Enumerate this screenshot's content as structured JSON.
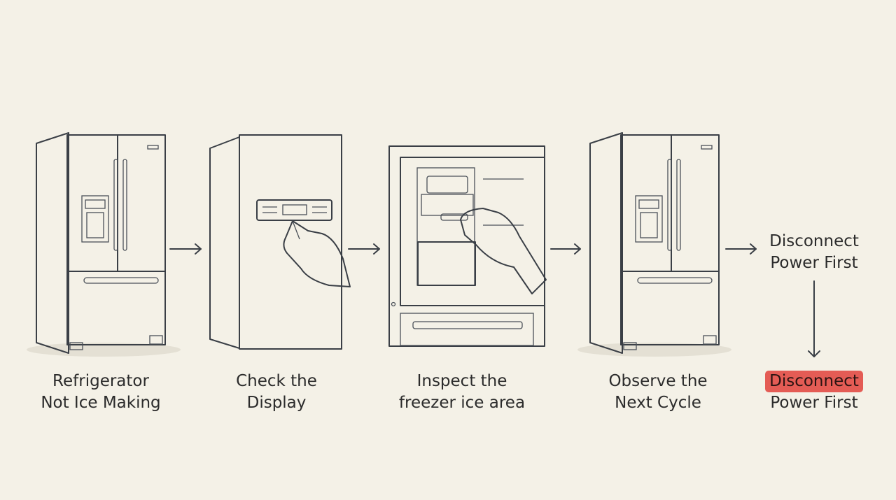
{
  "steps": [
    {
      "id": "step-1",
      "line1": "Refrigerator",
      "line2": "Not Ice Making"
    },
    {
      "id": "step-2",
      "line1": "Check the",
      "line2": "Display"
    },
    {
      "id": "step-3",
      "line1": "Inspect the",
      "line2": "freezer ice area"
    },
    {
      "id": "step-4",
      "line1": "Observe the",
      "line2": "Next Cycle"
    },
    {
      "id": "step-5",
      "line1": "Disconnect",
      "line2": "Power First"
    }
  ],
  "side_note": {
    "line1": "Disconnect",
    "line2": "Power First"
  },
  "colors": {
    "background": "#f4f1e7",
    "appliance_side": "#a9b7c8",
    "appliance_front": "#f5f3ee",
    "highlight": "#e45c55",
    "accent_tan": "#e2b06b"
  }
}
